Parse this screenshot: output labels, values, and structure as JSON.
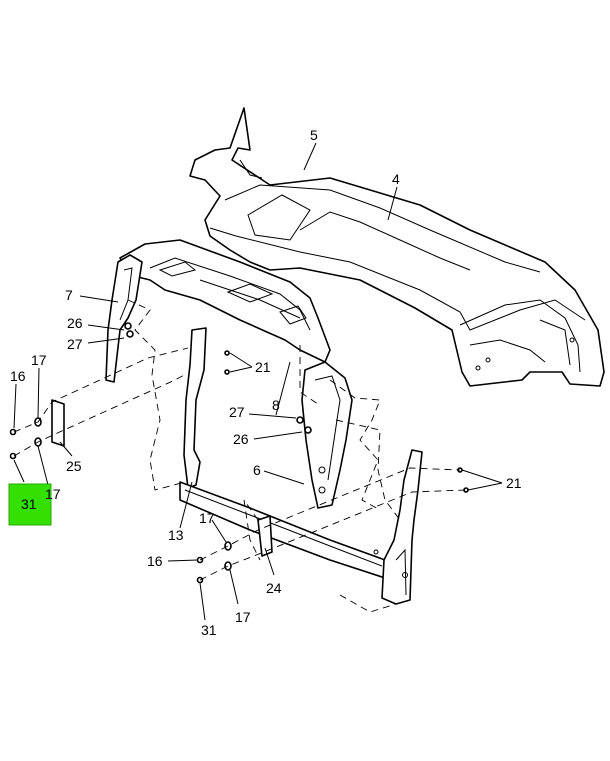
{
  "callouts": {
    "c5": "5",
    "c4": "4",
    "c7": "7",
    "c26a": "26",
    "c27a": "27",
    "c21a": "21",
    "c17a": "17",
    "c16a": "16",
    "c8": "8",
    "c27b": "27",
    "c26b": "26",
    "c25": "25",
    "c6": "6",
    "c21b": "21",
    "c31a": "31",
    "c17b": "17",
    "c13": "13",
    "c17c": "17",
    "c16b": "16",
    "c24": "24",
    "c17d": "17",
    "c31b": "31"
  },
  "highlight": {
    "color": "#33e000"
  }
}
